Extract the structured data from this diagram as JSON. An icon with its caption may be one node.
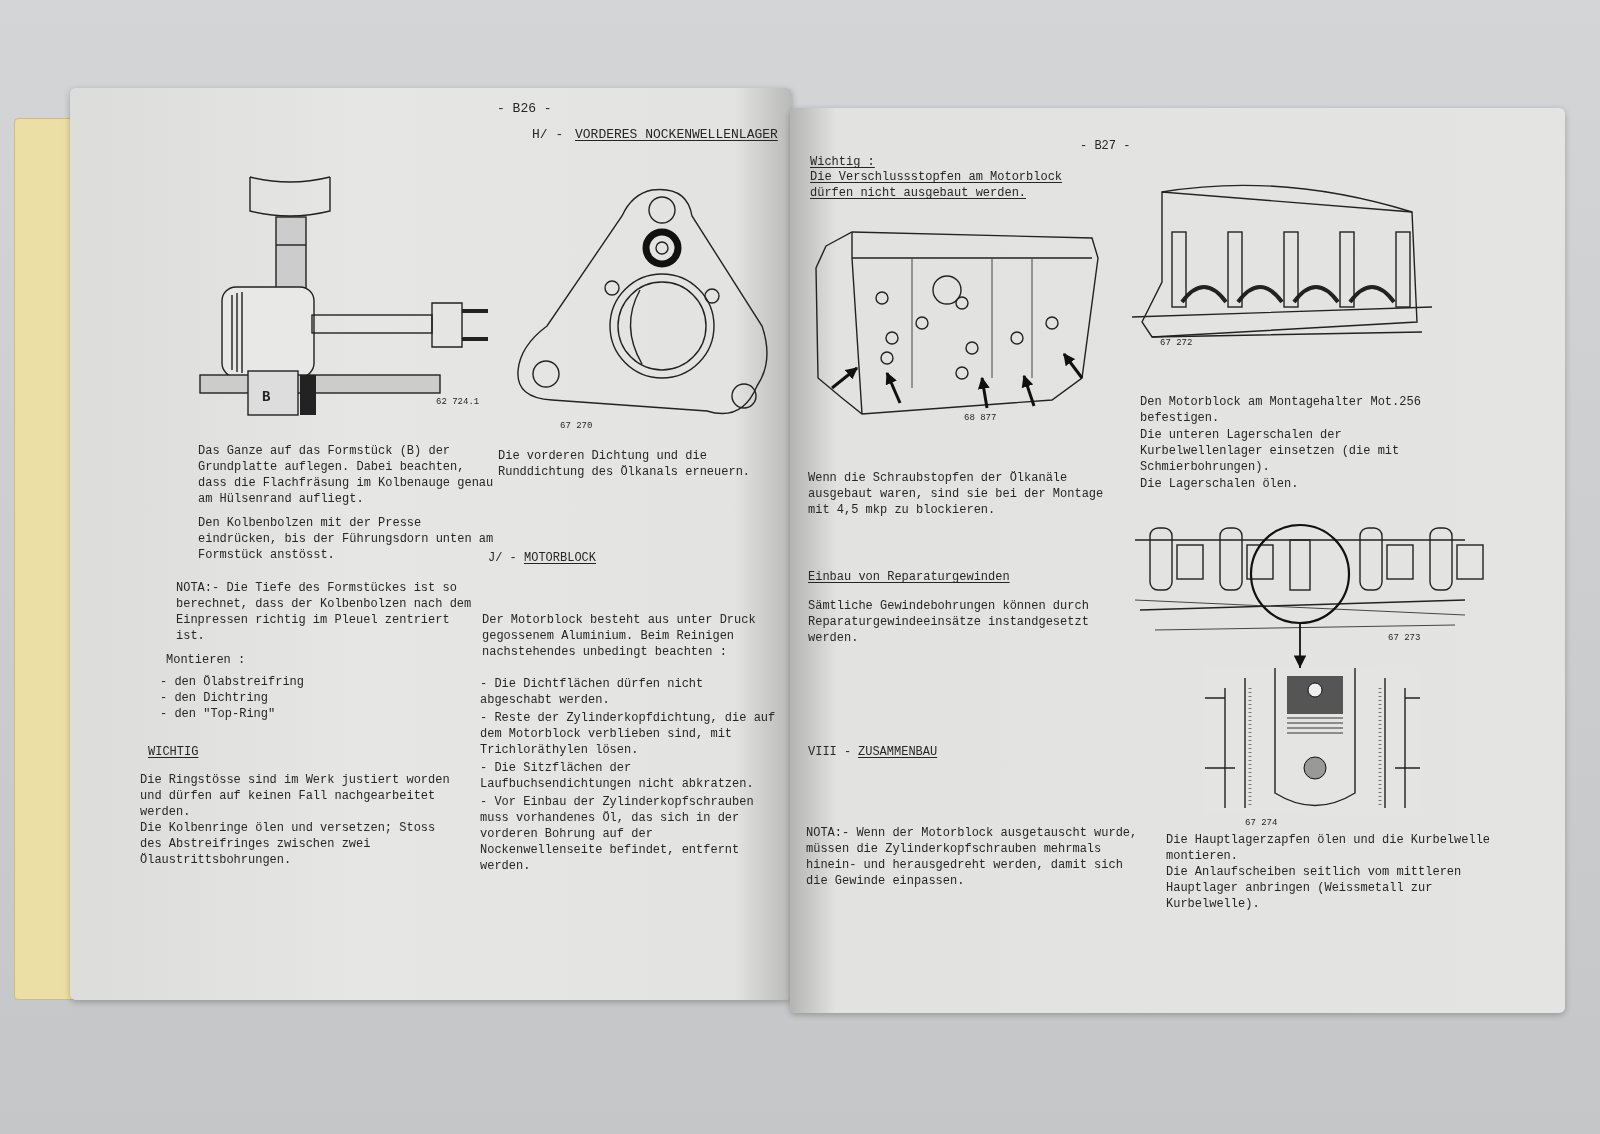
{
  "diagram": {
    "nodes": [
      {
        "text": [],
        "shape": "circle"
      },
      {
        "text": [],
        "shape": "picture",
        "beside": [
          "67 274"
        ]
      }
    ],
    "edges": [
      {
        "from": 0,
        "to": 1,
        "arrow": "to"
      }
    ],
    "labels": [
      "- B26 -",
      "H/ -",
      "VORDERES NOCKENWELLENLAGER",
      "B",
      "62 724.1",
      "67 270",
      "Das Ganze auf das Formstück (B) der Grundplatte auflegen. Dabei beachten, dass die Flachfräsung im Kolbenauge genau am Hülsenrand aufliegt.",
      "Den Kolbenbolzen mit der Presse eindrücken, bis der Führungsdorn unten am Formstück anstösst.",
      "NOTA:- Die Tiefe des Formstückes ist so berechnet, dass der Kolbenbolzen nach dem Einpressen richtig im Pleuel zentriert ist.",
      "Montieren :",
      "- den Ölabstreifring",
      "- den Dichtring",
      "- den \"Top-Ring\"",
      "WICHTIG",
      "Die Ringstösse sind im Werk justiert worden und dürfen auf keinen Fall nachgearbeitet werden.",
      "Die Kolbenringe ölen und versetzen; Stoss des Abstreifringes zwischen zwei Ölaustrittsbohrungen.",
      "Die vorderen Dichtung und die Runddichtung des Ölkanals erneuern.",
      "J/ -",
      "MOTORBLOCK",
      "Der Motorblock besteht aus unter Druck gegossenem Aluminium. Beim Reinigen nachstehendes unbedingt beachten :",
      "- Die Dichtflächen dürfen nicht abgeschabt werden.",
      "- Reste der Zylinderkopfdichtung, die auf dem Motorblock verblieben sind, mit Trichloräthylen lösen.",
      "- Die Sitzflächen der Laufbuchsendichtungen nicht abkratzen.",
      "- Vor Einbau der Zylinderkopfschrauben muss vorhandenes Öl, das sich in der vorderen Bohrung auf der Nockenwellenseite befindet, entfernt werden.",
      "- B27 -",
      "Wichtig :",
      "Die Verschlussstopfen am Motorblock dürfen nicht ausgebaut werden.",
      "68 877",
      "Wenn die Schraubstopfen der Ölkanäle ausgebaut waren, sind sie bei der Montage mit 4,5 mkp zu blockieren.",
      "Einbau von Reparaturgewinden",
      "Sämtliche Gewindebohrungen können durch Reparaturgewindeeinsätze instandgesetzt werden.",
      "VIII -",
      "ZUSAMMENBAU",
      "NOTA:- Wenn der Motorblock ausgetauscht wurde, müssen die Zylinderkopfschrauben mehrmals hinein- und herausgedreht werden, damit sich die Gewinde einpassen.",
      "67 272",
      "Den Motorblock am Montagehalter Mot.256 befestigen.",
      "Die unteren Lagerschalen der Kurbelwellenlager einsetzen (die mit Schmierbohrungen).",
      "Die Lagerschalen ölen.",
      "67 273",
      "Die Hauptlagerzapfen ölen und die Kurbelwelle montieren.",
      "Die Anlaufscheiben seitlich vom mittleren Hauptlager anbringen (Weissmetall zur Kurbelwelle)."
    ]
  }
}
